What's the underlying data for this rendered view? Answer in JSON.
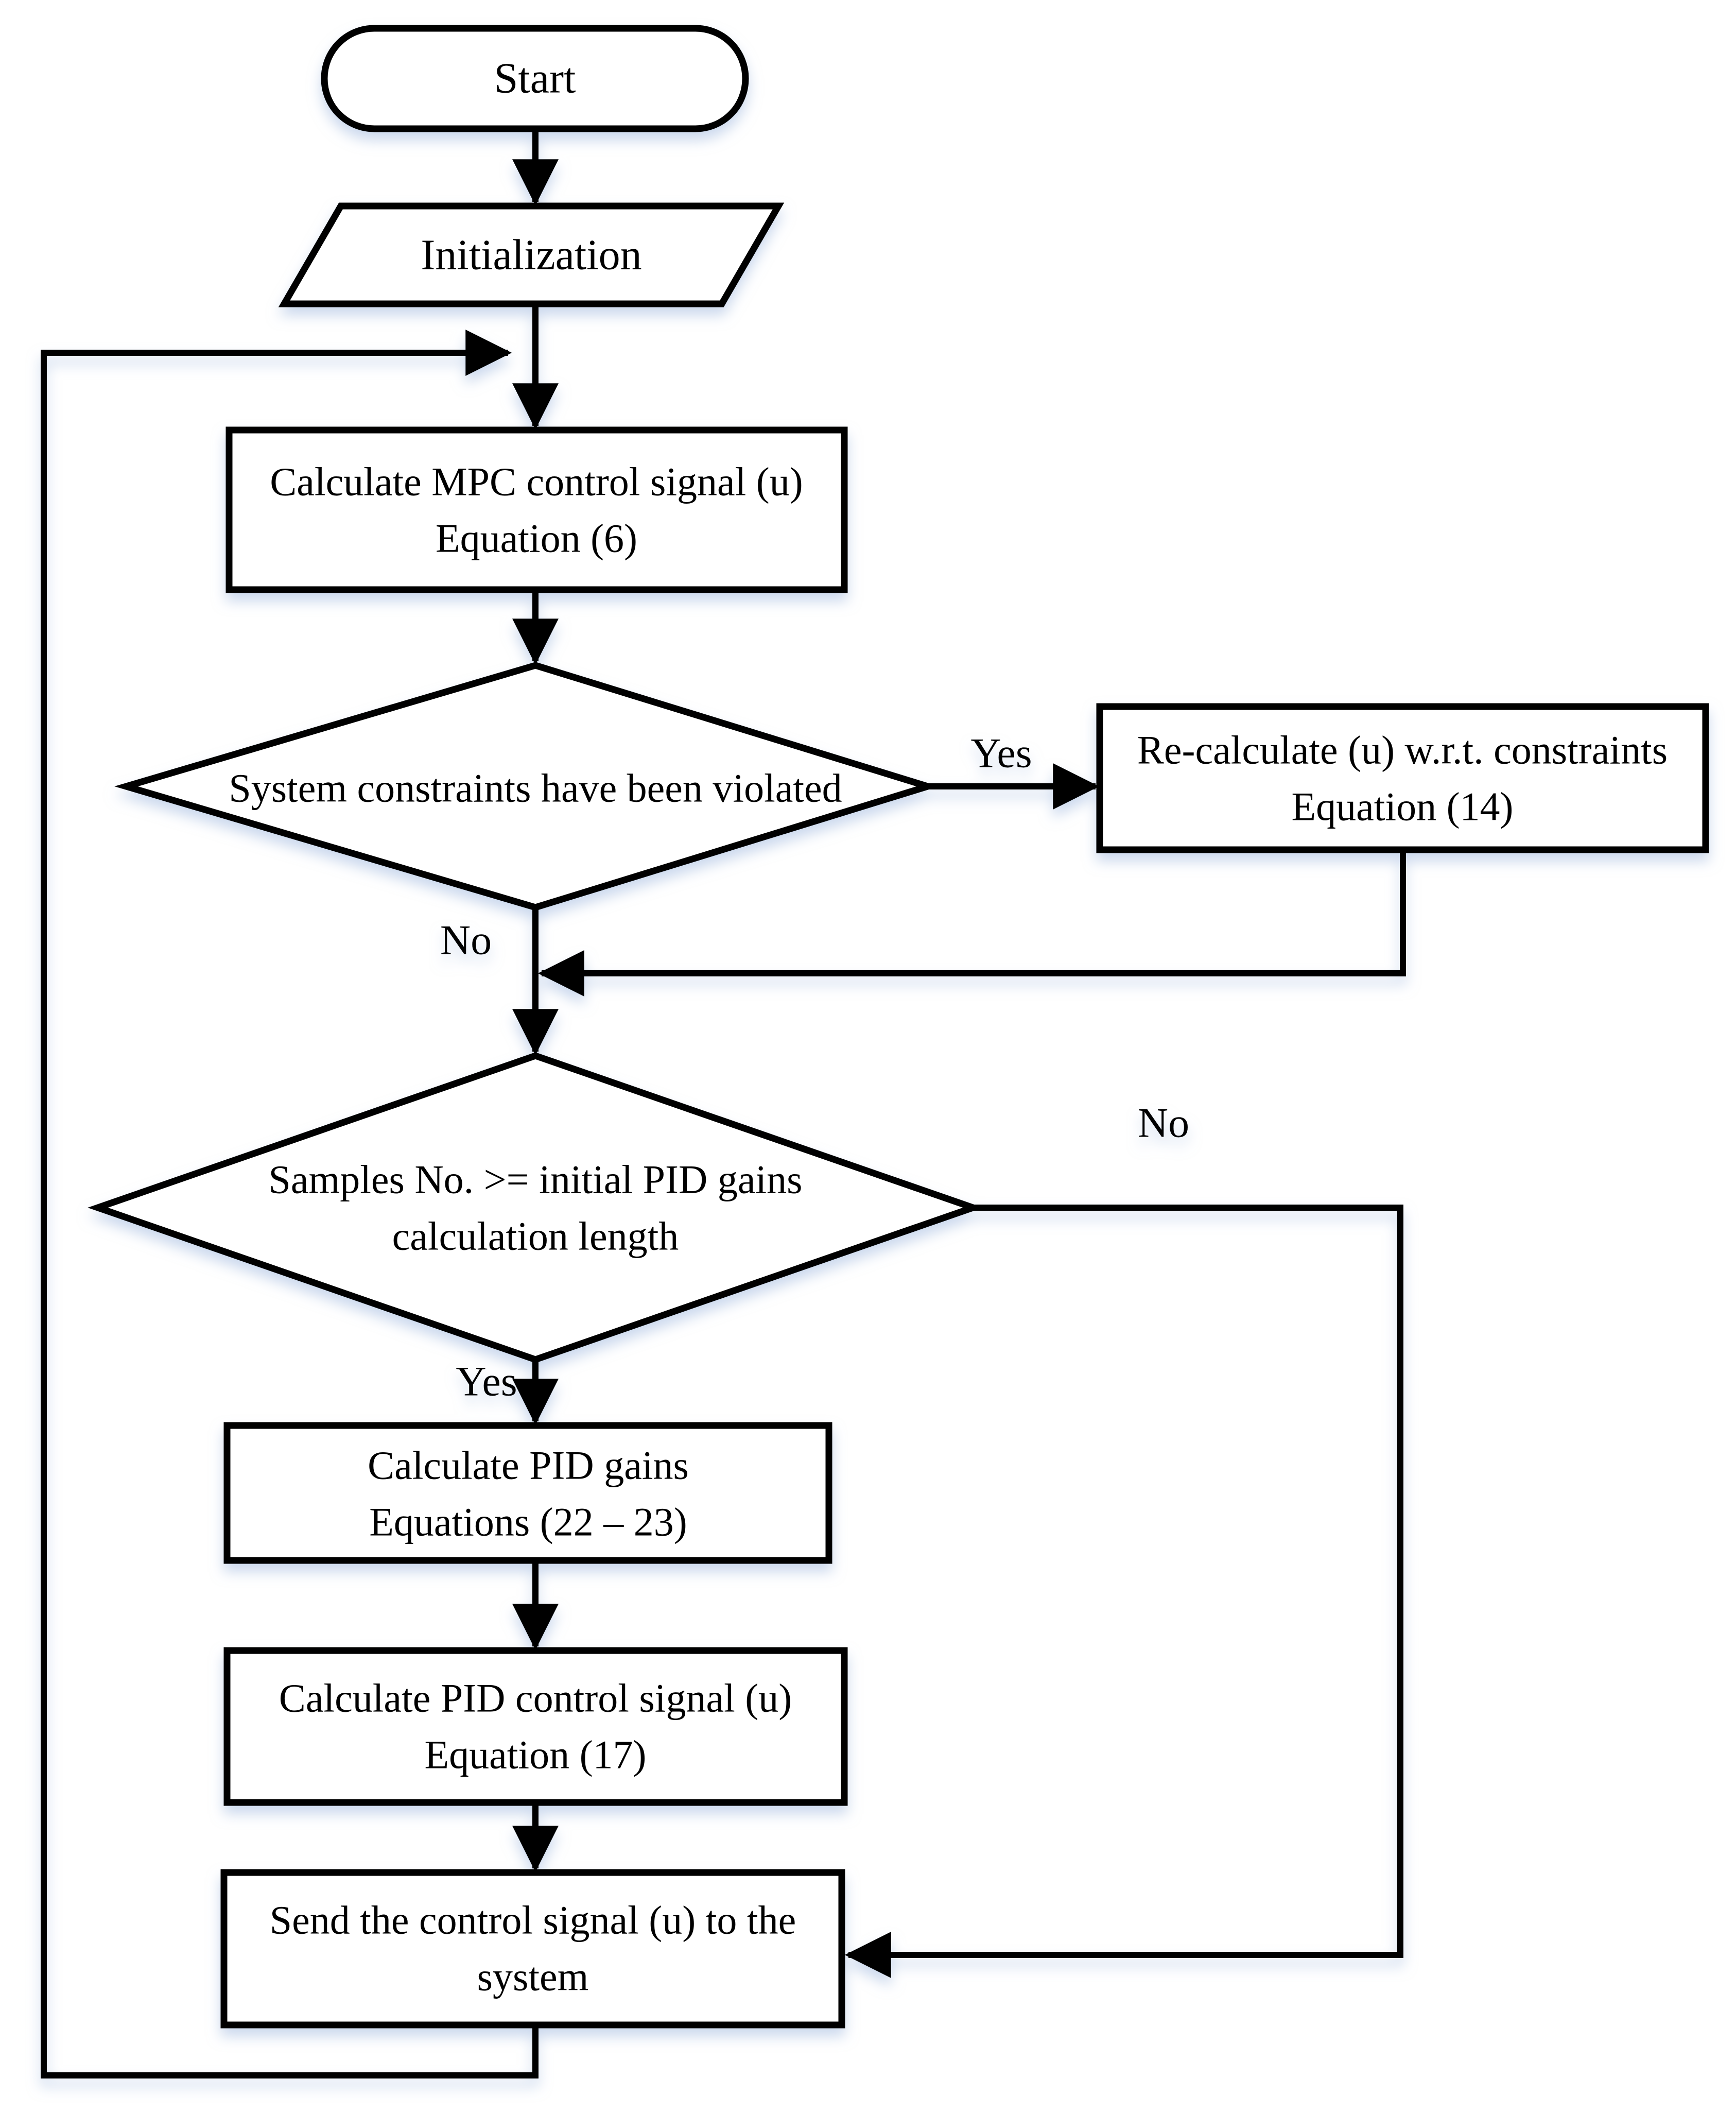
{
  "figure": {
    "type": "flowchart",
    "background": "#ffffff",
    "stroke_color": "#000000",
    "node_fill": "#ffffff",
    "shadow_color": "#a9bfe2",
    "nodes": {
      "start": {
        "shape": "terminator",
        "label": "Start"
      },
      "initialization": {
        "shape": "data-parallelogram",
        "label": "Initialization"
      },
      "calc_mpc": {
        "shape": "process",
        "line1": "Calculate MPC control signal (u)",
        "line2": "Equation (6)"
      },
      "constraints_check": {
        "shape": "decision",
        "label": "System constraints have been violated"
      },
      "recalculate": {
        "shape": "process",
        "line1": "Re-calculate (u) w.r.t. constraints",
        "line2": "Equation (14)"
      },
      "samples_check": {
        "shape": "decision",
        "line1": "Samples No. >= initial PID gains",
        "line2": "calculation length"
      },
      "calc_pid_gains": {
        "shape": "process",
        "line1": "Calculate PID gains",
        "line2": "Equations (22 – 23)"
      },
      "calc_pid_signal": {
        "shape": "process",
        "line1": "Calculate PID control signal (u)",
        "line2": "Equation (17)"
      },
      "send_signal": {
        "shape": "process",
        "line1": "Send the control signal (u) to the",
        "line2": "system"
      }
    },
    "edge_labels": {
      "constraints_yes": "Yes",
      "constraints_no": "No",
      "samples_yes": "Yes",
      "samples_no": "No"
    }
  }
}
